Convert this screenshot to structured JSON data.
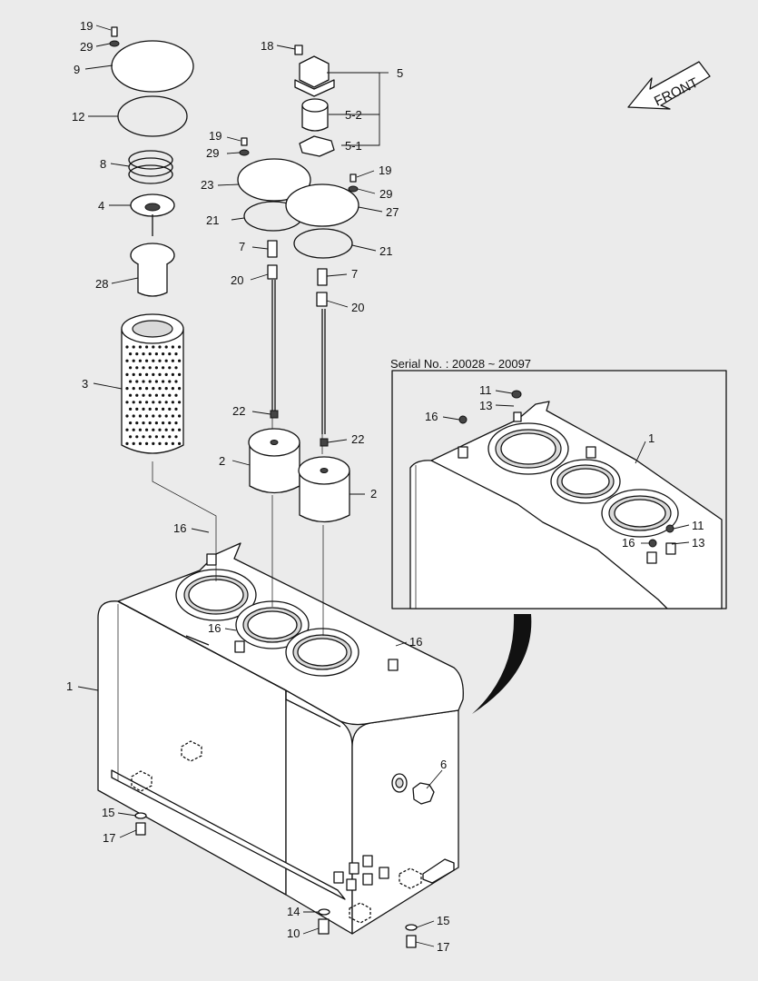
{
  "inset": {
    "caption": "Serial No. : 20028 ~ 20097"
  },
  "front_label": "FRONT",
  "callouts": {
    "c19a": "19",
    "c29a": "29",
    "c9": "9",
    "c12": "12",
    "c8": "8",
    "c4": "4",
    "c28": "28",
    "c3": "3",
    "c18": "18",
    "c5": "5",
    "c52": "5-2",
    "c51": "5-1",
    "c19b": "19",
    "c29b": "29",
    "c23": "23",
    "c21a": "21",
    "c7a": "7",
    "c20a": "20",
    "c22a": "22",
    "c2a": "2",
    "c19c": "19",
    "c29c": "29",
    "c27": "27",
    "c21b": "21",
    "c7b": "7",
    "c20b": "20",
    "c22b": "22",
    "c2b": "2",
    "c16a": "16",
    "c16b": "16",
    "c16c": "16",
    "c1": "1",
    "c6": "6",
    "c15a": "15",
    "c17a": "17",
    "c14": "14",
    "c10": "10",
    "c15b": "15",
    "c17b": "17",
    "i11a": "11",
    "i13a": "13",
    "i16a": "16",
    "i1": "1",
    "i11b": "11",
    "i16b": "16",
    "i13b": "13"
  }
}
